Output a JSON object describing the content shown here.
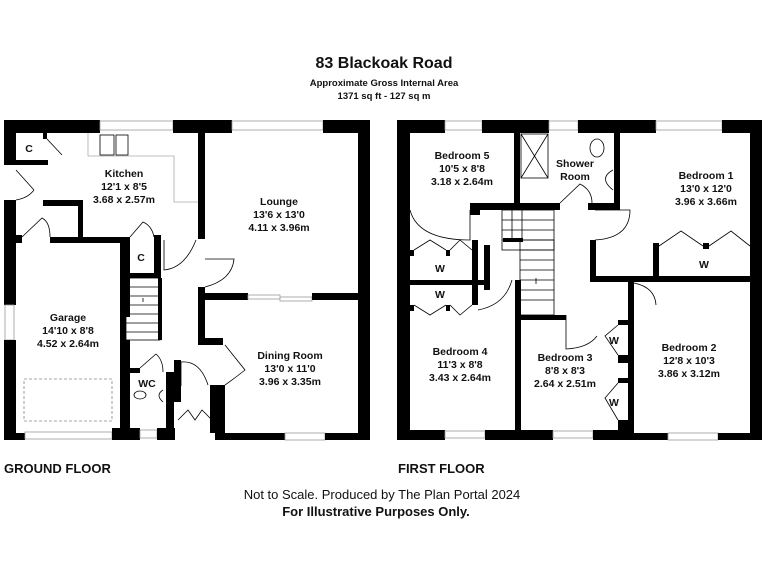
{
  "header": {
    "title": "83 Blackoak Road",
    "subtitle": "Approximate Gross Internal Area",
    "area": "1371 sq ft - 127 sq m"
  },
  "ground_floor": {
    "label": "GROUND FLOOR",
    "rooms": {
      "kitchen": {
        "name": "Kitchen",
        "imperial": "12'1 x 8'5",
        "metric": "3.68 x 2.57m"
      },
      "lounge": {
        "name": "Lounge",
        "imperial": "13'6 x 13'0",
        "metric": "4.11 x 3.96m"
      },
      "garage": {
        "name": "Garage",
        "imperial": "14'10 x 8'8",
        "metric": "4.52 x 2.64m"
      },
      "dining": {
        "name": "Dining Room",
        "imperial": "13'0 x 11'0",
        "metric": "3.96 x 3.35m"
      },
      "wc": {
        "name": "WC"
      },
      "cupboard1": {
        "name": "C"
      },
      "cupboard2": {
        "name": "C"
      }
    }
  },
  "first_floor": {
    "label": "FIRST FLOOR",
    "rooms": {
      "bedroom5": {
        "name": "Bedroom 5",
        "imperial": "10'5 x 8'8",
        "metric": "3.18 x 2.64m"
      },
      "shower": {
        "name1": "Shower",
        "name2": "Room"
      },
      "bedroom1": {
        "name": "Bedroom 1",
        "imperial": "13'0 x 12'0",
        "metric": "3.96 x 3.66m"
      },
      "bedroom4": {
        "name": "Bedroom 4",
        "imperial": "11'3 x 8'8",
        "metric": "3.43 x 2.64m"
      },
      "bedroom3": {
        "name": "Bedroom 3",
        "imperial": "8'8 x 8'3",
        "metric": "2.64 x 2.51m"
      },
      "bedroom2": {
        "name": "Bedroom 2",
        "imperial": "12'8 x 10'3",
        "metric": "3.86 x 3.12m"
      },
      "wardrobes": [
        "W",
        "W",
        "W",
        "W",
        "W"
      ]
    }
  },
  "footer": {
    "line1": "Not to Scale. Produced by The Plan Portal 2024",
    "line2": "For Illustrative Purposes Only."
  }
}
